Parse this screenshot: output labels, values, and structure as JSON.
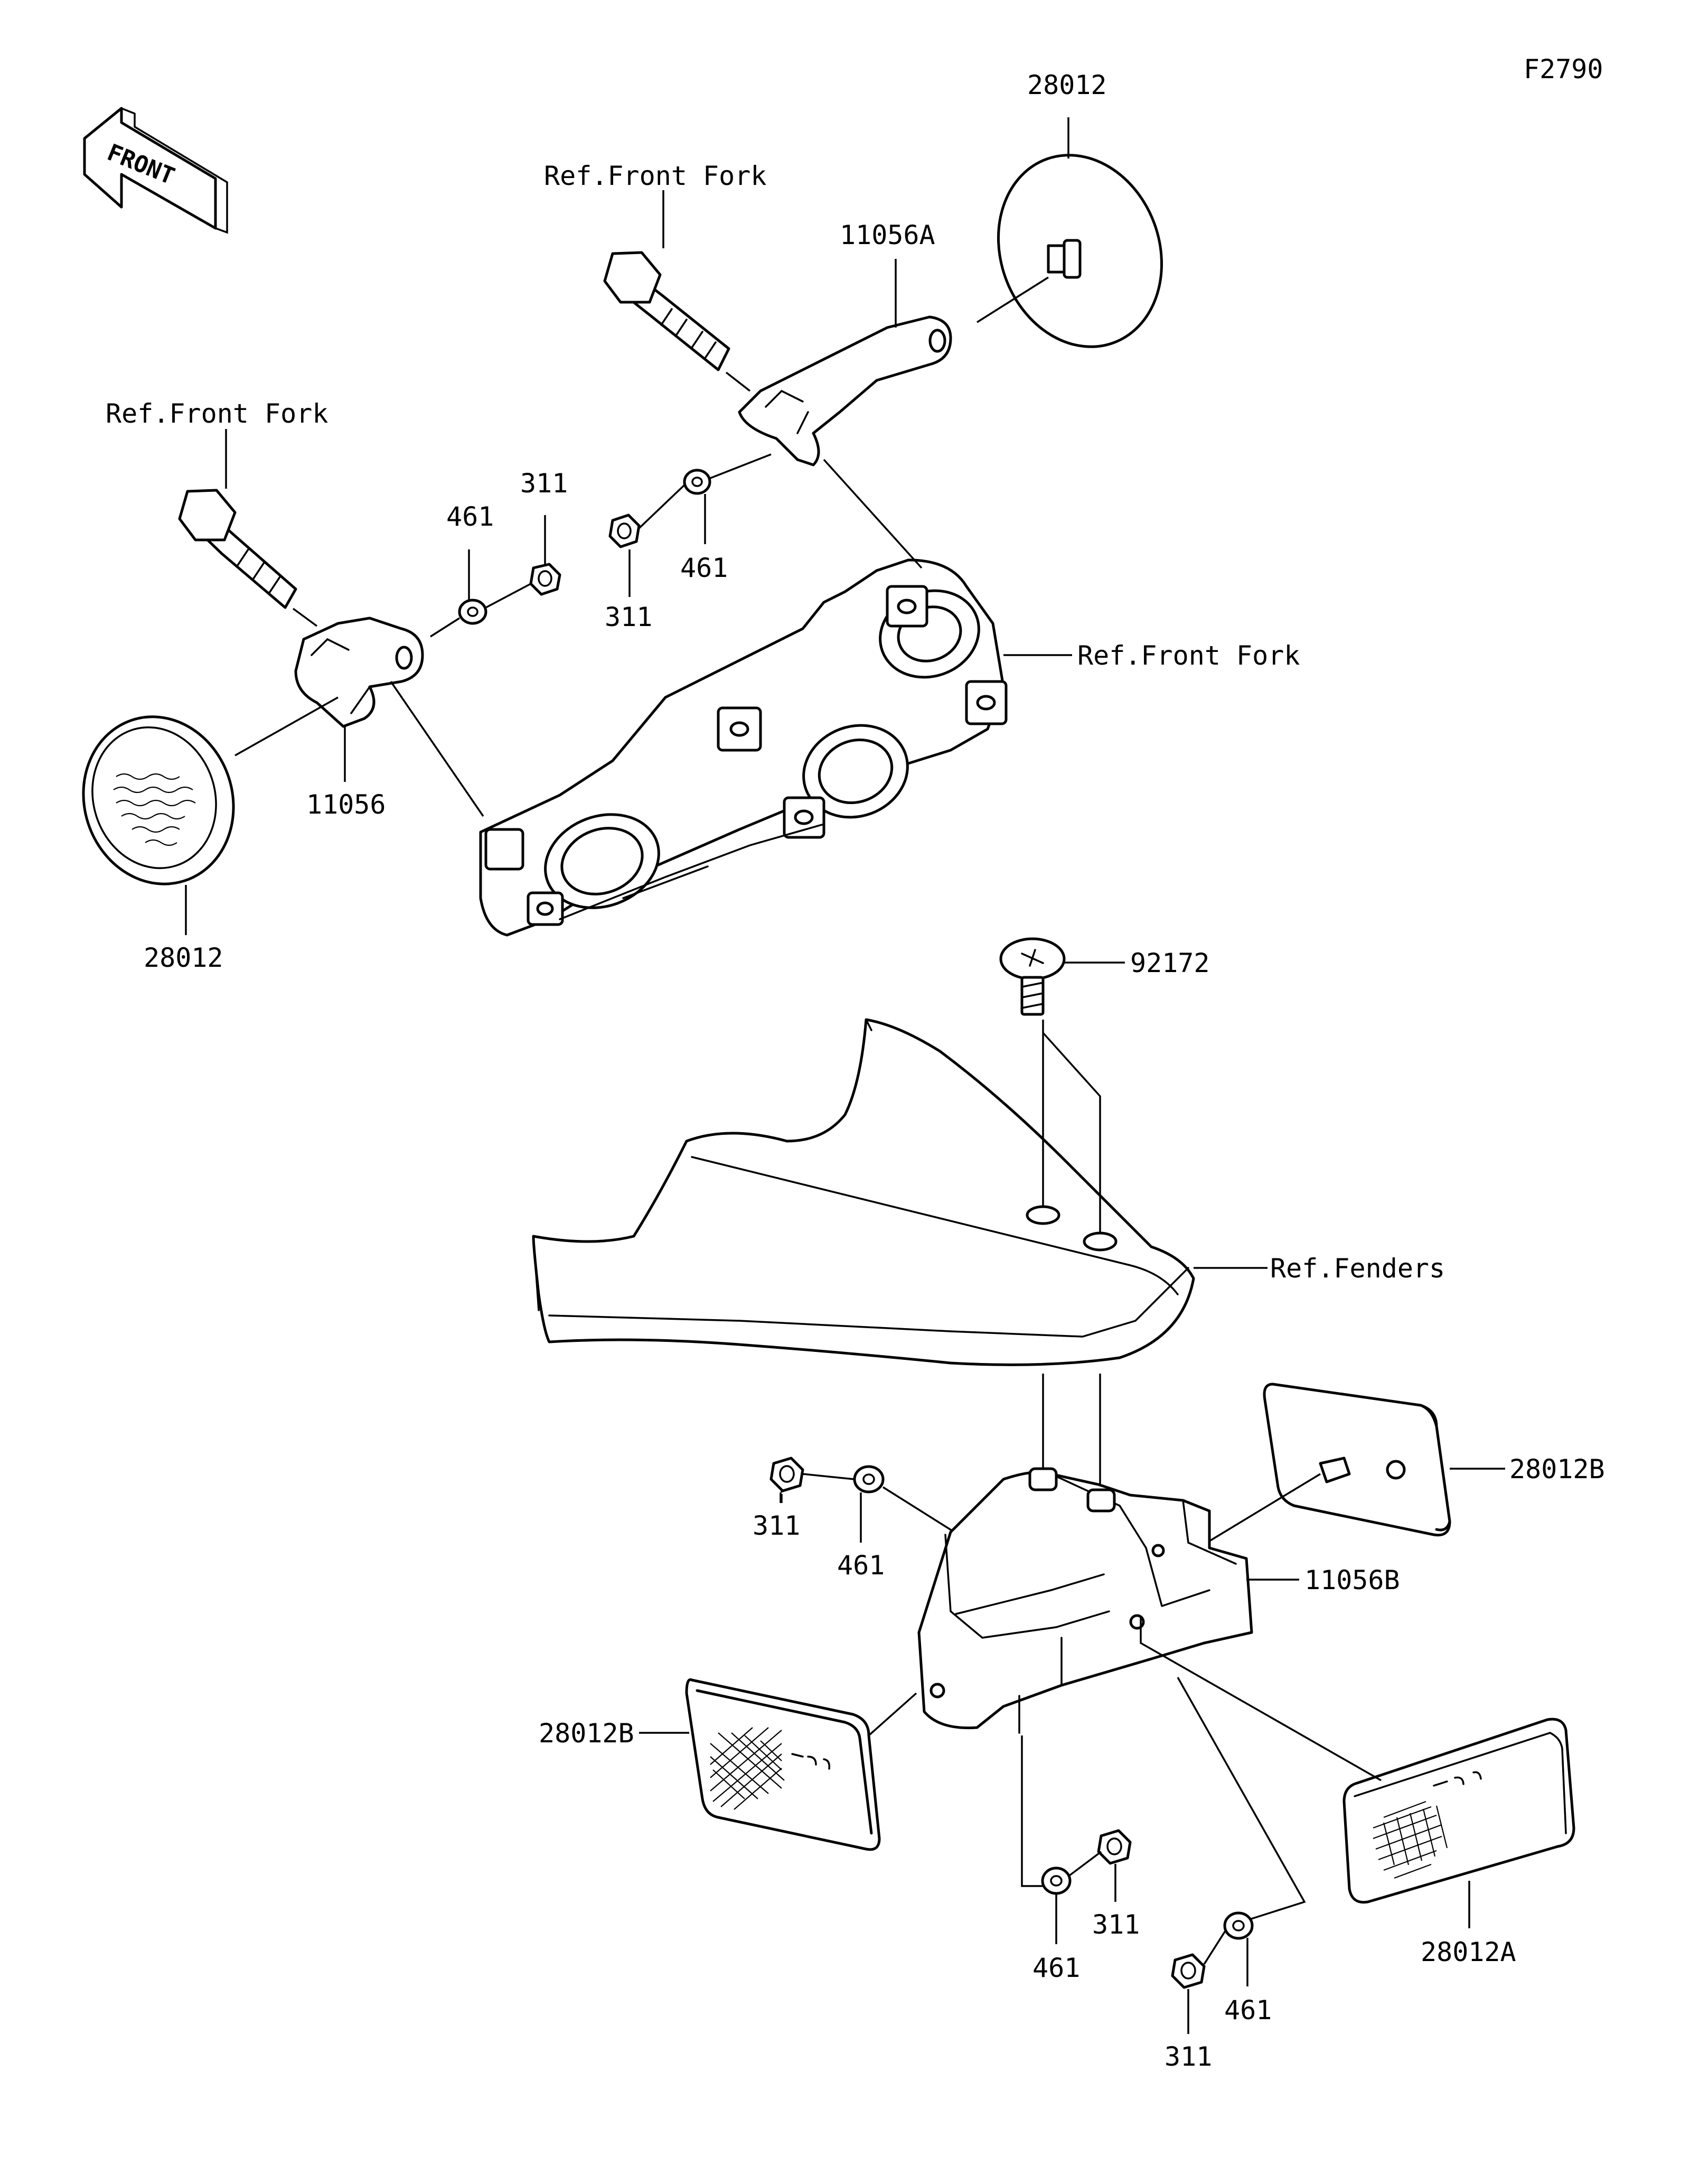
{
  "figure_code": "F2790",
  "front_arrow": {
    "text": "FRONT",
    "icon": "front-direction-arrow-icon"
  },
  "labels": {
    "reflector_front_right": "28012",
    "ref_front_fork_right": "Ref.Front Fork",
    "bracket_right": "11056A",
    "ref_front_fork_left": "Ref.Front Fork",
    "nut_mid_upper": "311",
    "washer_mid_upper": "461",
    "nut_right_upper": "311",
    "washer_right_upper": "461",
    "ref_front_fork_clamp": "Ref.Front Fork",
    "bracket_left": "11056",
    "reflector_front_left": "28012",
    "screw": "92172",
    "ref_fenders": "Ref.Fenders",
    "reflector_side_right": "28012B",
    "nut_fender": "311",
    "washer_fender": "461",
    "bracket_fender": "11056B",
    "reflector_side_left": "28012B",
    "washer_lower_left": "461",
    "nut_lower_left": "311",
    "nut_lower_right": "311",
    "washer_lower_right": "461",
    "reflector_rear": "28012A"
  }
}
